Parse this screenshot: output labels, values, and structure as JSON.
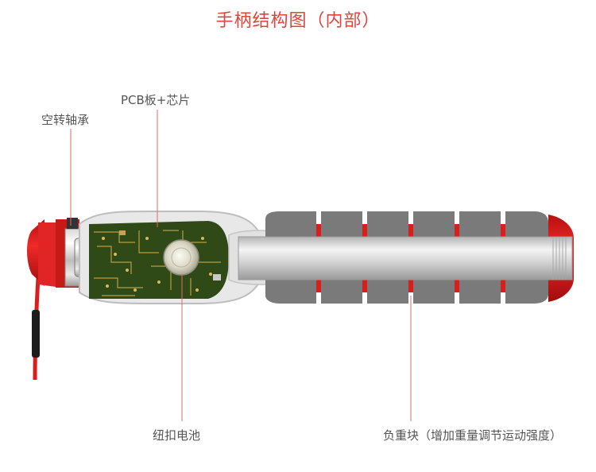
{
  "title": "手柄结构图（内部）",
  "labels": {
    "bearing": "空转轴承",
    "pcb": "PCB板+芯片",
    "battery": "纽扣电池",
    "weight": "负重块（增加重量调节运动强度）"
  },
  "colors": {
    "title": "#e0443e",
    "accent_red": "#d91e1e",
    "pcb_green": "#2f4a16",
    "foam_gray": "#7a7a7a",
    "leader_line": "#e06a6a"
  }
}
